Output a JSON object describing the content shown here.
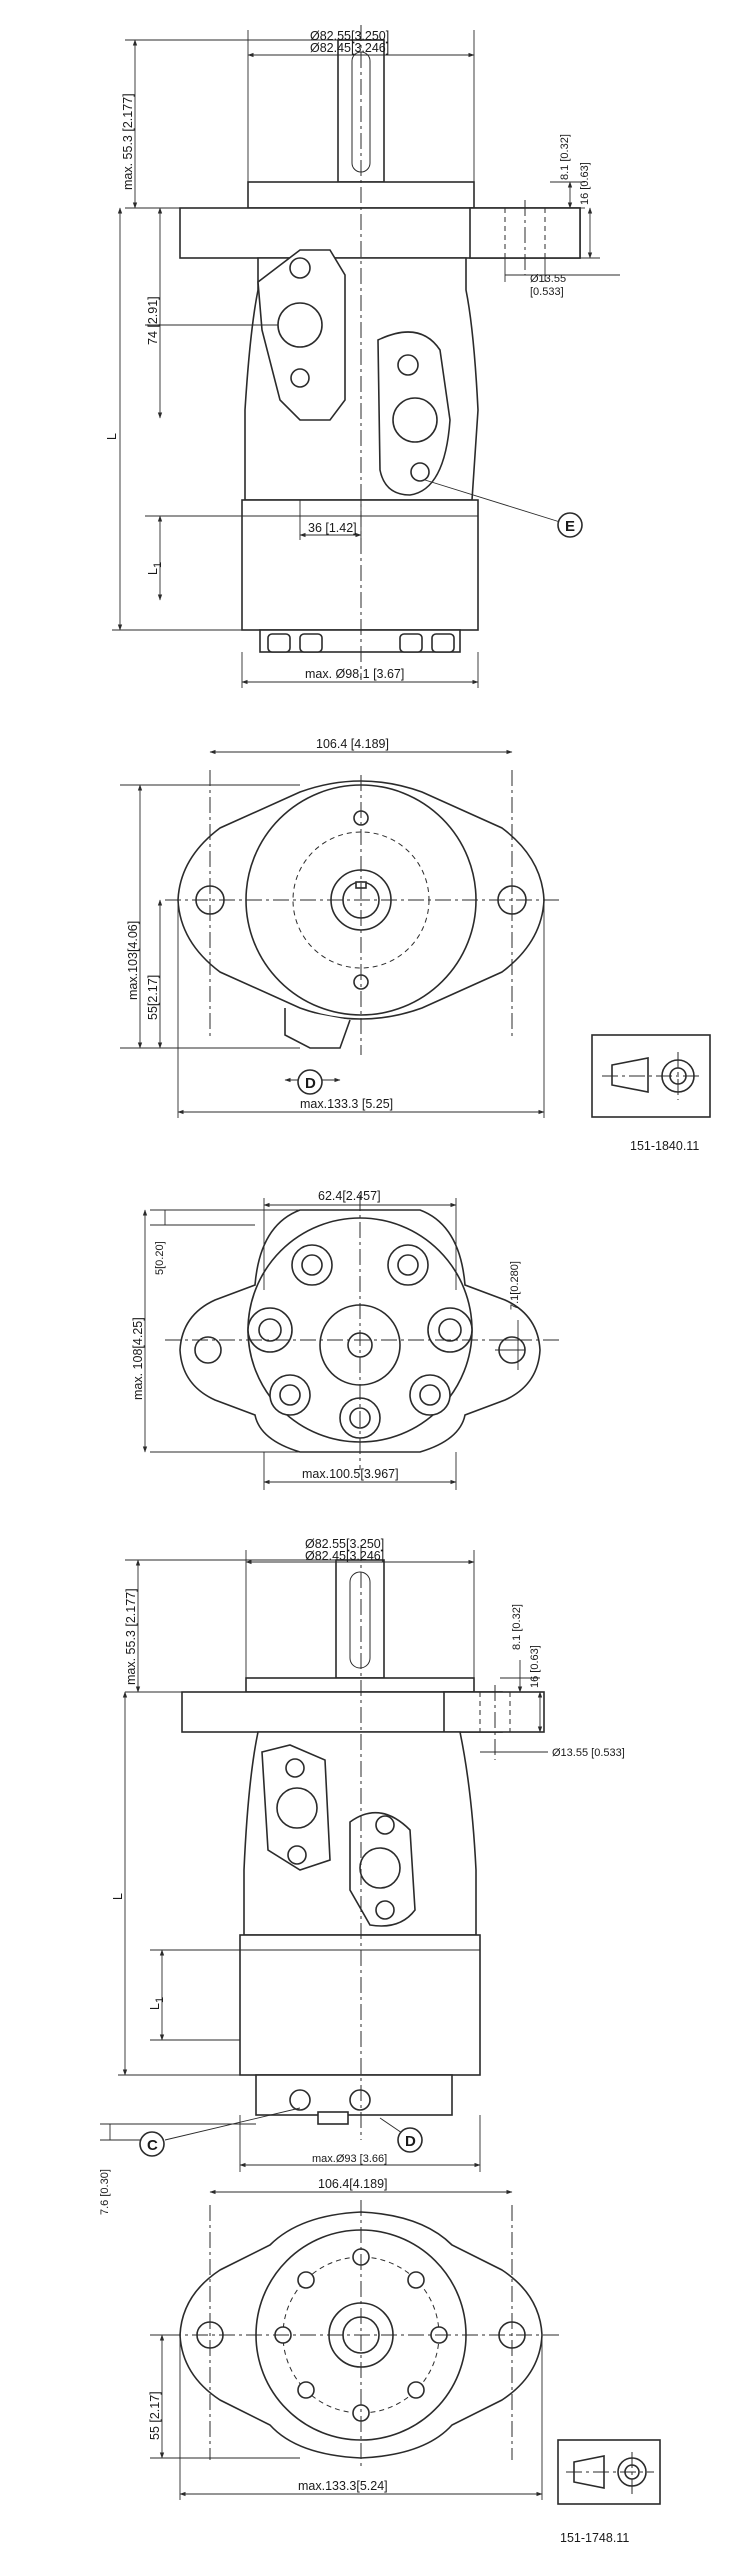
{
  "drawing_a": {
    "side_view": {
      "pilot_dia_max": "Ø82.55[3.250]",
      "pilot_dia_min": "Ø82.45[3.246]",
      "shaft_length": "max. 55.3 [2.177]",
      "flange_thickness_1": "8.1 [0.32]",
      "flange_thickness_2": "16 [0.63]",
      "bolt_hole": "Ø13.55",
      "bolt_hole_inch": "[0.533]",
      "port_distance": "74 [2.91]",
      "overall_length": "L",
      "length_l1": "L",
      "length_l1_sub": "1",
      "port_spacing": "36 [1.42]",
      "body_dia": "max. Ø98.1 [3.67]",
      "callout_e": "E"
    },
    "end_view": {
      "hole_spacing": "106.4 [4.189]",
      "height": "max.103[4.06]",
      "half_height": "55[2.17]",
      "width": "max.133.3 [5.25]",
      "callout_d": "D"
    },
    "drawing_number": "151-1840.11"
  },
  "drawing_b": {
    "rear_view": {
      "port_spacing": "62.4[2.457]",
      "offset_top": "5[0.20]",
      "offset_right": "7.1[0.280]",
      "height": "max. 108[4.25]",
      "width": "max.100.5[3.967]"
    }
  },
  "drawing_c": {
    "side_view": {
      "pilot_dia_max": "Ø82.55[3.250]",
      "pilot_dia_min": "Ø82.45[3.246]",
      "shaft_length": "max. 55.3 [2.177]",
      "flange_thickness_1": "8.1 [0.32]",
      "flange_thickness_2": "16 [0.63]",
      "bolt_hole": "Ø13.55 [0.533]",
      "overall_length": "L",
      "length_l1": "L",
      "length_l1_sub": "1",
      "port_offset": "7.6 [0.30]",
      "body_dia": "max.Ø93 [3.66]",
      "callout_c": "C",
      "callout_d": "D"
    },
    "end_view": {
      "hole_spacing": "106.4[4.189]",
      "half_height": "55 [2.17]",
      "width": "max.133.3[5.24]"
    },
    "drawing_number": "151-1748.11"
  }
}
